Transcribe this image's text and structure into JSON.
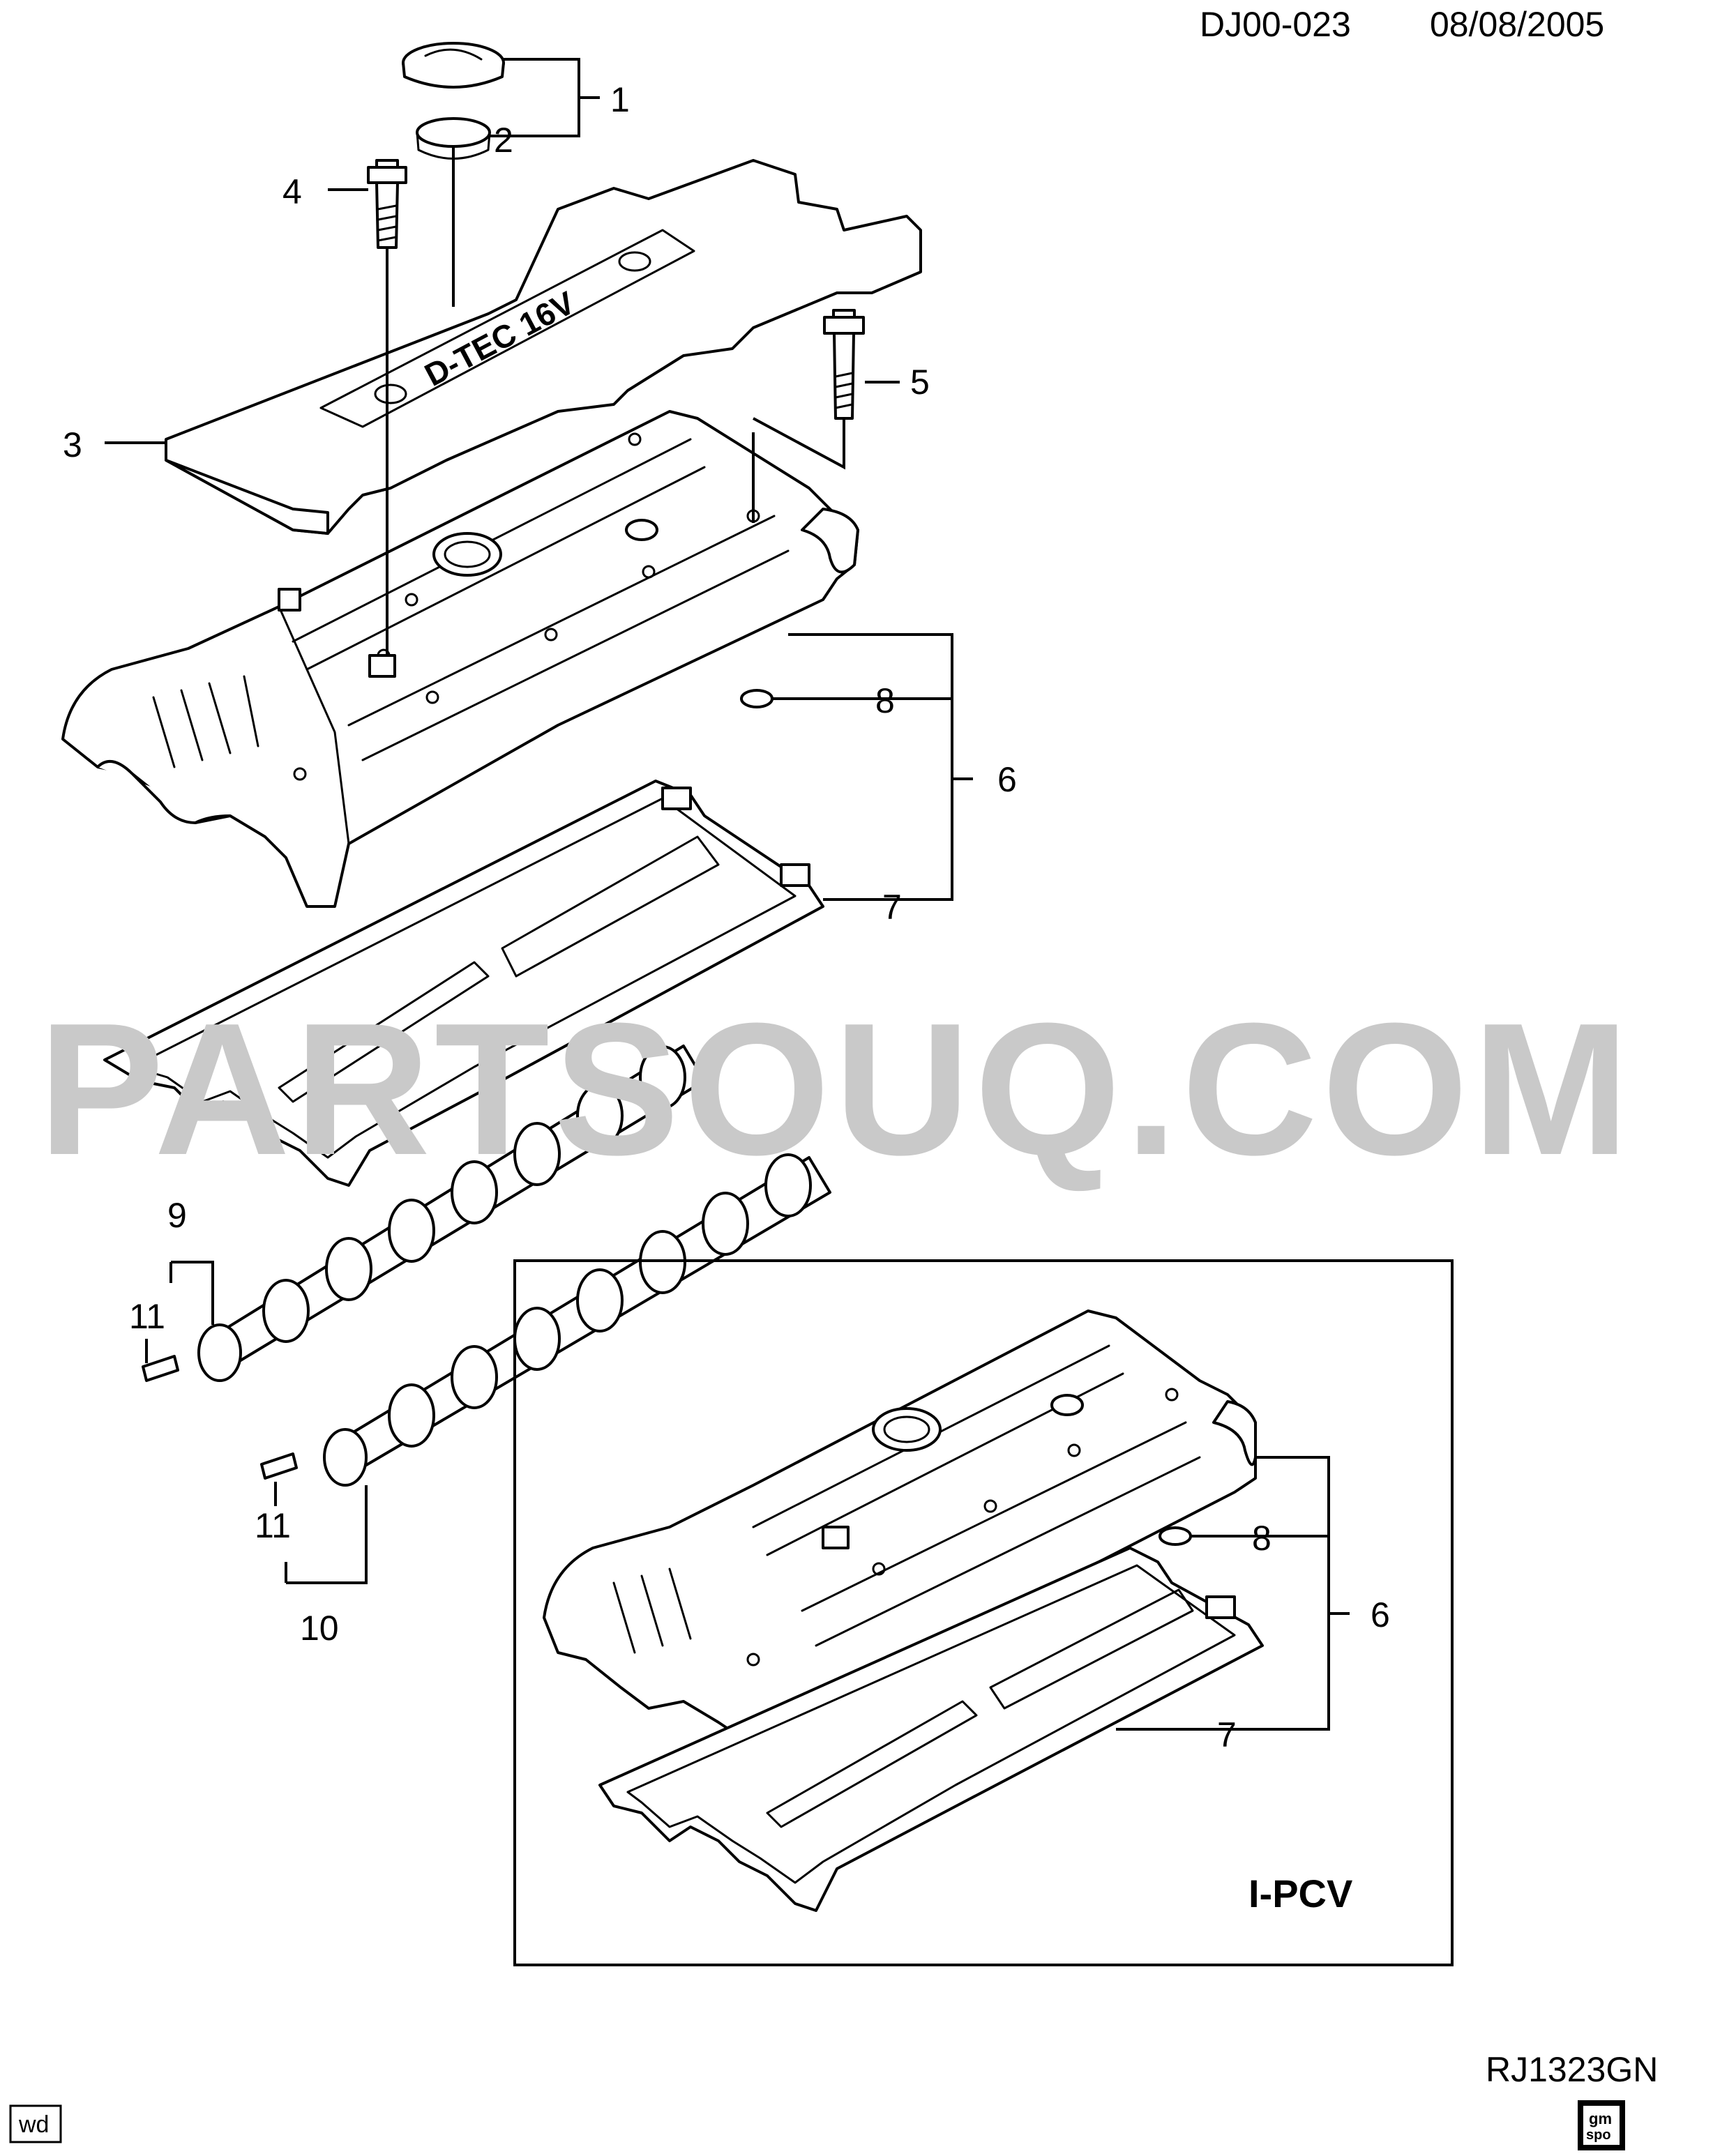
{
  "header": {
    "code": "DJ00-023",
    "date": "08/08/2005"
  },
  "watermark": "PARTSOUQ.COM",
  "callouts": {
    "c1": "1",
    "c2": "2",
    "c3": "3",
    "c4": "4",
    "c5": "5",
    "c6a": "6",
    "c7a": "7",
    "c8a": "8",
    "c9": "9",
    "c10": "10",
    "c11a": "11",
    "c11b": "11",
    "c6b": "6",
    "c7b": "7",
    "c8b": "8"
  },
  "cover_lettering": "D-TEC 16V",
  "inset": {
    "label": "I-PCV"
  },
  "footer": {
    "ref": "RJ1323GN",
    "tag": "wd",
    "logo_top": "gm",
    "logo_bottom": "spo"
  },
  "colors": {
    "line": "#000000",
    "watermark": "#c9c9c9",
    "background": "#ffffff"
  }
}
